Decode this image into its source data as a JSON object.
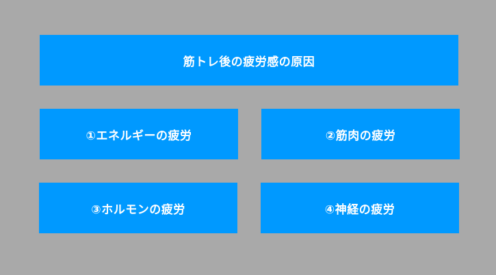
{
  "diagram": {
    "title": "筋トレ後の疲労感の原因",
    "items": [
      {
        "label": "①エネルギーの疲労"
      },
      {
        "label": "②筋肉の疲労"
      },
      {
        "label": "③ホルモンの疲労"
      },
      {
        "label": "④神経の疲労"
      }
    ]
  },
  "colors": {
    "background": "#a9a9a9",
    "box": "#0099ff",
    "text": "#ffffff"
  }
}
